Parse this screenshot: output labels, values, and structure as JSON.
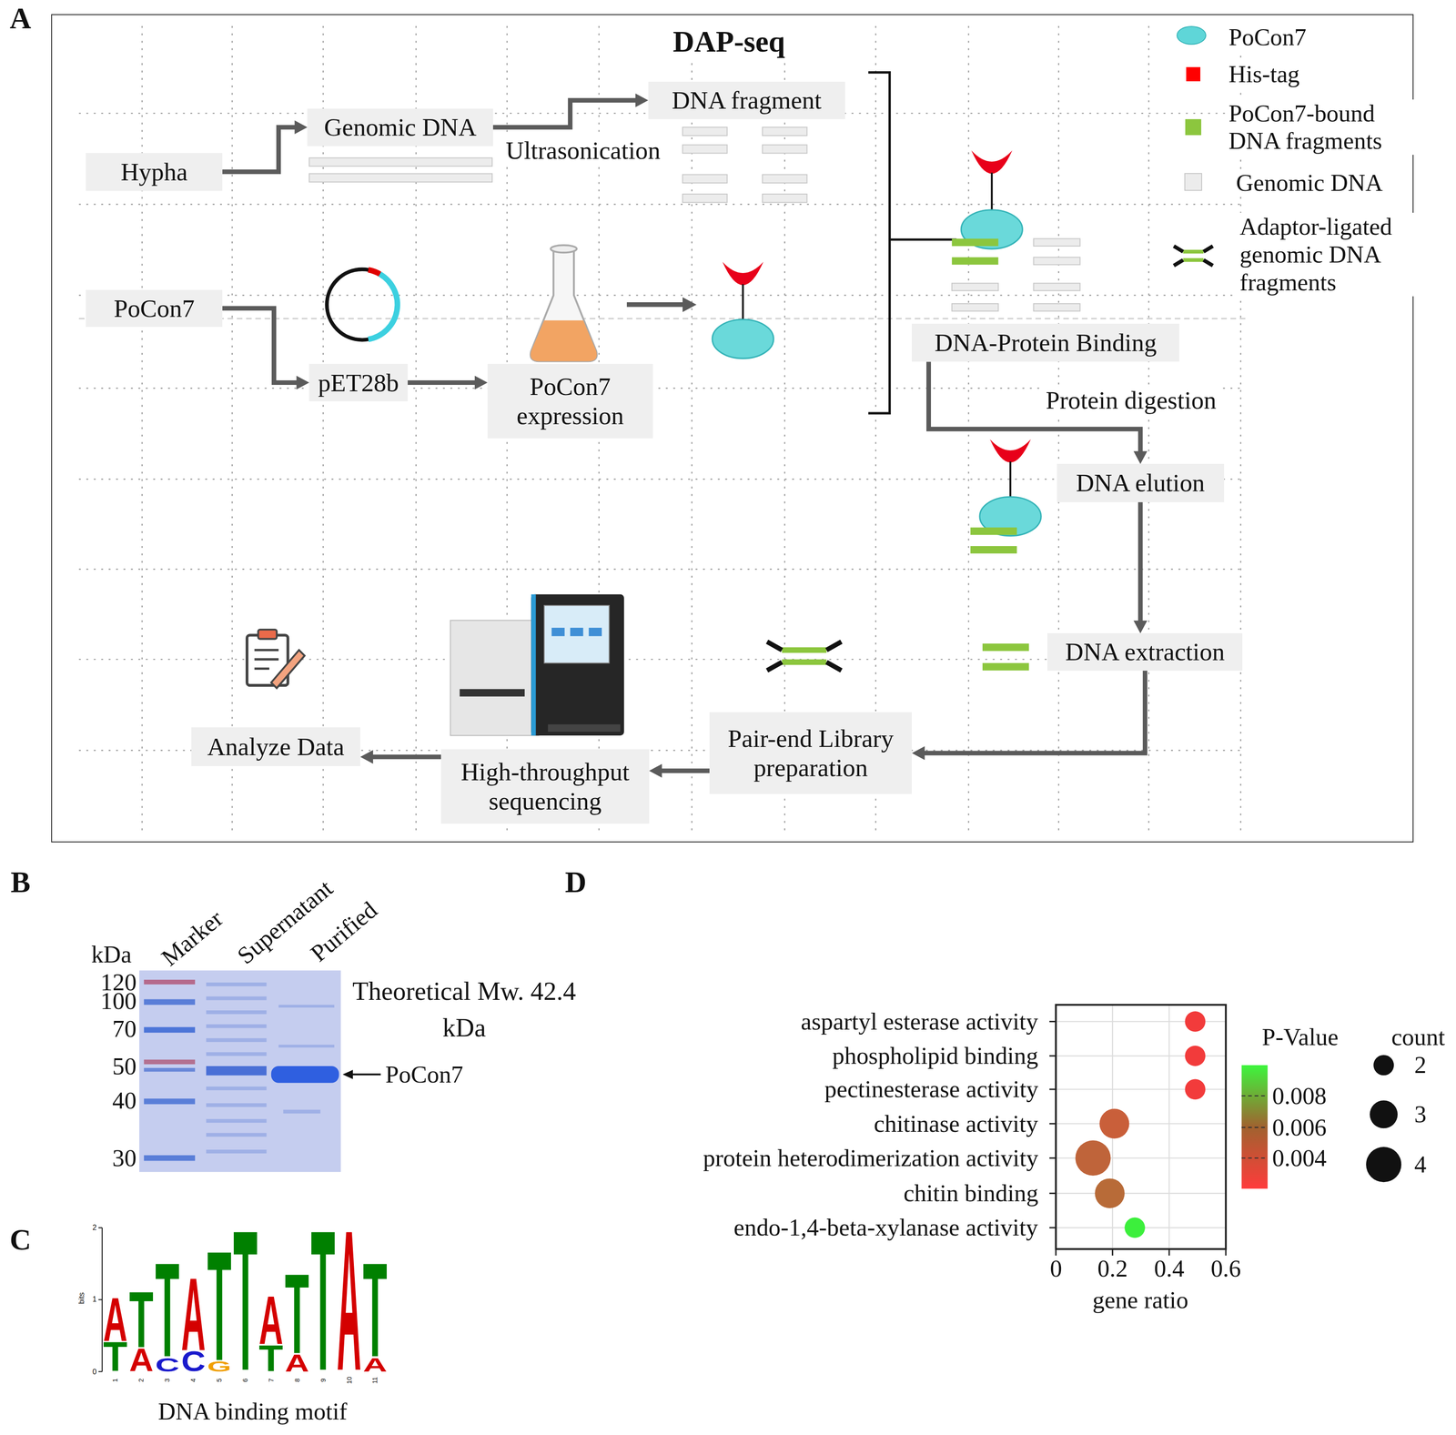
{
  "diagram": {
    "nodes": [
      {
        "text": [
          "DAP-seq"
        ]
      },
      {
        "text": [
          "Hypha"
        ],
        "in": 0
      },
      {
        "text": [
          "Genomic DNA"
        ],
        "in": 0
      },
      {
        "text": [
          "DNA fragment"
        ],
        "in": 0
      },
      {
        "text": [
          "PoCon7"
        ],
        "in": 0
      },
      {
        "text": [
          "pET28b"
        ],
        "in": 0
      },
      {
        "text": [
          "PoCon7 expression"
        ],
        "in": 0
      },
      {
        "text": [
          "DNA-Protein Binding"
        ],
        "in": 0
      },
      {
        "text": [
          "DNA elution"
        ],
        "in": 0
      },
      {
        "text": [
          "DNA extraction"
        ],
        "in": 0
      },
      {
        "text": [
          "Pair-end Library preparation"
        ],
        "in": 0
      },
      {
        "text": [
          "High-throughput sequencing"
        ],
        "in": 0
      },
      {
        "text": [
          "Analyze Data"
        ],
        "in": 0
      }
    ],
    "edges": [
      {
        "from": 1,
        "to": 2,
        "arrow": "to"
      },
      {
        "from": 2,
        "to": 3,
        "label": "Ultrasonication",
        "arrow": "to"
      },
      {
        "from": 4,
        "to": 5,
        "arrow": "to"
      },
      {
        "from": 5,
        "to": 6,
        "arrow": "to"
      },
      {
        "from": 7,
        "to": 8,
        "label": "Protein digestion",
        "arrow": "to"
      },
      {
        "from": 8,
        "to": 9,
        "arrow": "to"
      },
      {
        "from": 9,
        "to": 10,
        "arrow": "to"
      },
      {
        "from": 10,
        "to": 11,
        "arrow": "to"
      },
      {
        "from": 11,
        "to": 12,
        "arrow": "to"
      }
    ],
    "labels": [
      "A",
      "B",
      "C",
      "D",
      "kDa",
      "Marker",
      "Supernatant",
      "Purified",
      "120",
      "100",
      "70",
      "50",
      "40",
      "30",
      "Theoretical Mw. 42.4 kDa",
      "PoCon7",
      "bits",
      "2",
      "1",
      "0",
      "A",
      "T",
      "T",
      "A",
      "T",
      "C",
      "A",
      "C",
      "T",
      "G",
      "T",
      "A",
      "T",
      "T",
      "A",
      "T",
      "A",
      "T",
      "A",
      "1",
      "2",
      "3",
      "4",
      "5",
      "6",
      "7",
      "8",
      "9",
      "10",
      "11",
      "DNA binding motif",
      "aspartyl esterase activity",
      "phospholipid binding",
      "pectinesterase activity",
      "chitinase activity",
      "protein heterodimerization activity",
      "chitin binding",
      "endo-1,4-beta-xylanase activity",
      "0",
      "0.2",
      "0.4",
      "0.6",
      "gene ratio",
      "P-Value",
      "0.008",
      "0.006",
      "0.004",
      "count"
    ],
    "legend": [
      {
        "text": "PoCon7",
        "color": "#5fd6d8"
      },
      {
        "text": "His-tag",
        "color": "#ff0000"
      },
      {
        "text": "PoCon7-bound DNA fragments",
        "color": "#8cc63e"
      },
      {
        "text": "Genomic DNA",
        "color": "#ececec"
      },
      {
        "text": "Adaptor-ligated genomic DNA fragments"
      },
      {
        "text": "2"
      },
      {
        "text": "3"
      },
      {
        "text": "4"
      }
    ]
  }
}
